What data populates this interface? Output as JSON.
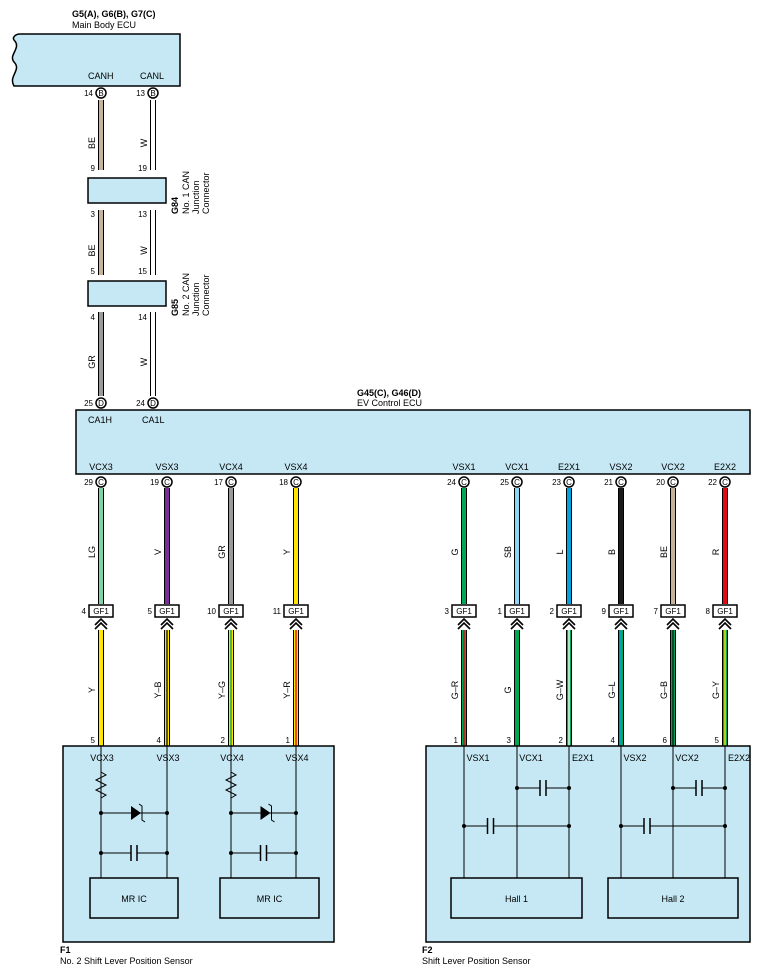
{
  "colors": {
    "BE": "#c7b399",
    "W": "#ffffff",
    "GR": "#9a9a9a",
    "LG": "#7fd3a6",
    "V": "#7a2f98",
    "Y": "#ffe600",
    "G": "#00a651",
    "SB": "#8fd6f4",
    "L": "#00a2e0",
    "B": "#1a1a1a",
    "R": "#e30613",
    "ecu_fill": "#c6e8f4"
  },
  "main_body": {
    "title": "G5(A), G6(B), G7(C)",
    "name": "Main Body ECU",
    "terminals": [
      {
        "name": "CANH",
        "pin": "14",
        "conn": "B"
      },
      {
        "name": "CANL",
        "pin": "13",
        "conn": "B"
      }
    ]
  },
  "junctions": [
    {
      "id": "G84",
      "name_lines": [
        "No. 1 CAN",
        "Junction",
        "Connector"
      ],
      "pins_top": [
        "9",
        "19"
      ],
      "pins_bottom": [
        "3",
        "13"
      ]
    },
    {
      "id": "G85",
      "name_lines": [
        "No. 2 CAN",
        "Junction",
        "Connector"
      ],
      "pins_top": [
        "5",
        "15"
      ],
      "pins_bottom": [
        "4",
        "14"
      ]
    }
  ],
  "can_wires": {
    "h": [
      "BE",
      "BE",
      "GR"
    ],
    "l": [
      "W",
      "W",
      "W"
    ]
  },
  "ev_ecu": {
    "title": "G45(C), G46(D)",
    "name": "EV Control ECU",
    "top_terminals": [
      {
        "name": "CA1H",
        "pin": "25",
        "conn": "D"
      },
      {
        "name": "CA1L",
        "pin": "24",
        "conn": "D"
      }
    ],
    "bottom_terminals": [
      {
        "name": "VCX3",
        "pin": "29",
        "conn": "C",
        "wire": "LG",
        "gf_pin": "4",
        "harness": "Y",
        "sensor_pin": "5"
      },
      {
        "name": "VSX3",
        "pin": "19",
        "conn": "C",
        "wire": "V",
        "gf_pin": "5",
        "harness": "Y–B",
        "sensor_pin": "4"
      },
      {
        "name": "VCX4",
        "pin": "17",
        "conn": "C",
        "wire": "GR",
        "gf_pin": "10",
        "harness": "Y–G",
        "sensor_pin": "2"
      },
      {
        "name": "VSX4",
        "pin": "18",
        "conn": "C",
        "wire": "Y",
        "gf_pin": "11",
        "harness": "Y–R",
        "sensor_pin": "1"
      },
      {
        "name": "VSX1",
        "pin": "24",
        "conn": "C",
        "wire": "G",
        "gf_pin": "3",
        "harness": "G–R",
        "sensor_pin": "1"
      },
      {
        "name": "VCX1",
        "pin": "25",
        "conn": "C",
        "wire": "SB",
        "gf_pin": "1",
        "harness": "G",
        "sensor_pin": "3"
      },
      {
        "name": "E2X1",
        "pin": "23",
        "conn": "C",
        "wire": "L",
        "gf_pin": "2",
        "harness": "G–W",
        "sensor_pin": "2"
      },
      {
        "name": "VSX2",
        "pin": "21",
        "conn": "C",
        "wire": "B",
        "gf_pin": "9",
        "harness": "G–L",
        "sensor_pin": "4"
      },
      {
        "name": "VCX2",
        "pin": "20",
        "conn": "C",
        "wire": "BE",
        "gf_pin": "7",
        "harness": "G–B",
        "sensor_pin": "6"
      },
      {
        "name": "E2X2",
        "pin": "22",
        "conn": "C",
        "wire": "R",
        "gf_pin": "8",
        "harness": "G–Y",
        "sensor_pin": "5"
      }
    ]
  },
  "connector_label": "GF1",
  "sensor_f1": {
    "id": "F1",
    "name": "No. 2 Shift Lever Position Sensor",
    "terminals": [
      "VCX3",
      "VSX3",
      "VCX4",
      "VSX4"
    ],
    "ic_labels": [
      "MR IC",
      "MR IC"
    ]
  },
  "sensor_f2": {
    "id": "F2",
    "name": "Shift Lever Position Sensor",
    "terminals": [
      "VSX1",
      "VCX1",
      "E2X1",
      "VSX2",
      "VCX2",
      "E2X2"
    ],
    "ic_labels": [
      "Hall 1",
      "Hall 2"
    ]
  }
}
